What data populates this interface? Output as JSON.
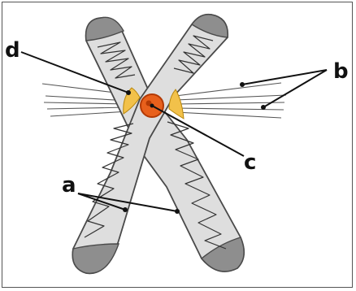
{
  "labels": {
    "a": "a",
    "b": "b",
    "c": "c",
    "d": "d"
  },
  "colors": {
    "chromatid_fill": "#dedede",
    "telomere_fill": "#8e8e8e",
    "outline": "#4a4a4a",
    "centromere_fill": "#e8601c",
    "centromere_stroke": "#b33a05",
    "kinetochore_fill": "#f2c14a",
    "spindle_lines": "#555555",
    "leader_lines": "#111111"
  },
  "icons": [
    "chromosome-diagram"
  ]
}
